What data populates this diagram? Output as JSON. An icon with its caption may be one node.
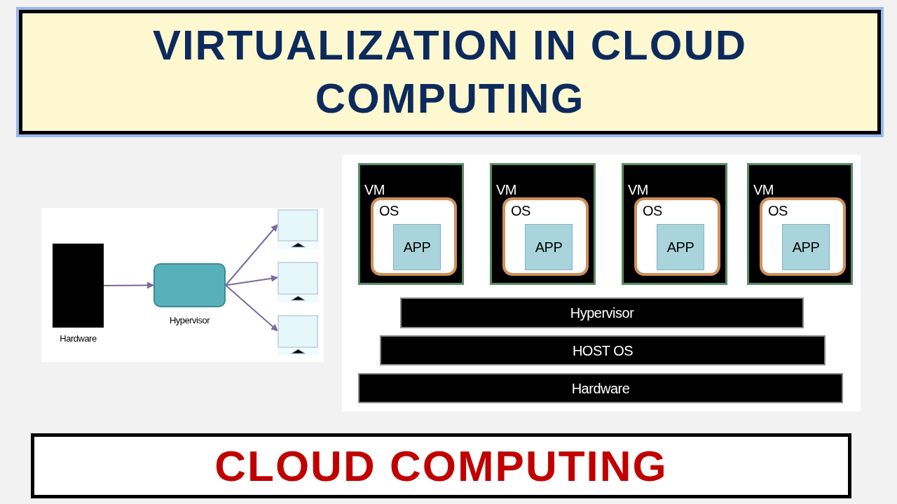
{
  "diagram": {
    "title": "VIRTUALIZATION IN CLOUD COMPUTING",
    "caption": "CLOUD COMPUTING",
    "nodes": [
      {
        "text": [
          "Hardware"
        ]
      },
      {
        "text": [
          "Hypervisor"
        ]
      },
      {
        "text": [],
        "shape": "monitor"
      },
      {
        "text": [],
        "shape": "monitor"
      },
      {
        "text": [],
        "shape": "monitor"
      },
      {
        "text": [
          "VM"
        ]
      },
      {
        "text": [
          "OS"
        ],
        "in": 5
      },
      {
        "text": [
          "APP"
        ],
        "in": 6
      },
      {
        "text": [
          "VM"
        ]
      },
      {
        "text": [
          "OS"
        ],
        "in": 8
      },
      {
        "text": [
          "APP"
        ],
        "in": 9
      },
      {
        "text": [
          "VM"
        ]
      },
      {
        "text": [
          "OS"
        ],
        "in": 11
      },
      {
        "text": [
          "APP"
        ],
        "in": 12
      },
      {
        "text": [
          "VM"
        ]
      },
      {
        "text": [
          "OS"
        ],
        "in": 14
      },
      {
        "text": [
          "APP"
        ],
        "in": 15
      },
      {
        "text": [
          "Hypervisor"
        ]
      },
      {
        "text": [
          "HOST OS"
        ]
      },
      {
        "text": [
          "Hardware"
        ]
      }
    ],
    "edges": [
      {
        "from": 0,
        "to": 1,
        "arrow": "to"
      },
      {
        "from": 1,
        "to": 2,
        "arrow": "to"
      },
      {
        "from": 1,
        "to": 3,
        "arrow": "to"
      },
      {
        "from": 1,
        "to": 4,
        "arrow": "to"
      }
    ]
  }
}
